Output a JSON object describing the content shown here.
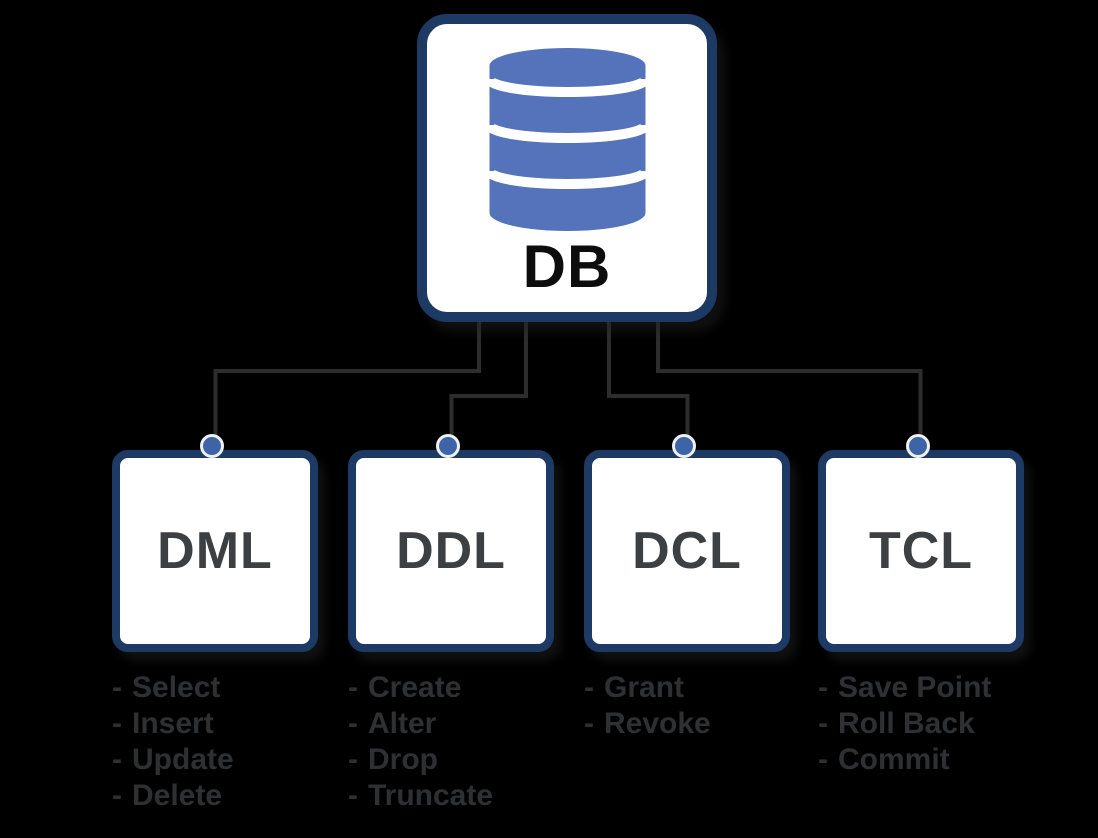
{
  "diagram": {
    "root": {
      "label": "DB",
      "icon": "database-cylinder-icon"
    },
    "bullet": "-",
    "categories": [
      {
        "key": "dml",
        "label": "DML",
        "items": [
          "Select",
          "Insert",
          "Update",
          "Delete"
        ]
      },
      {
        "key": "ddl",
        "label": "DDL",
        "items": [
          "Create",
          "Alter",
          "Drop",
          "Truncate"
        ]
      },
      {
        "key": "dcl",
        "label": "DCL",
        "items": [
          "Grant",
          "Revoke"
        ]
      },
      {
        "key": "tcl",
        "label": "TCL",
        "items": [
          "Save Point",
          "Roll Back",
          "Commit"
        ]
      }
    ],
    "colors": {
      "background": "#000000",
      "box-border": "#1d3a64",
      "box-fill": "#ffffff",
      "db-icon-blue": "#5573ba",
      "dot-blue": "#3d64a6",
      "dot-ring": "#eef1f4",
      "connector": "#2d2d2d",
      "db-label": "#0d0d0d",
      "category-label": "#3d4043",
      "list-text": "#2e3032"
    }
  }
}
